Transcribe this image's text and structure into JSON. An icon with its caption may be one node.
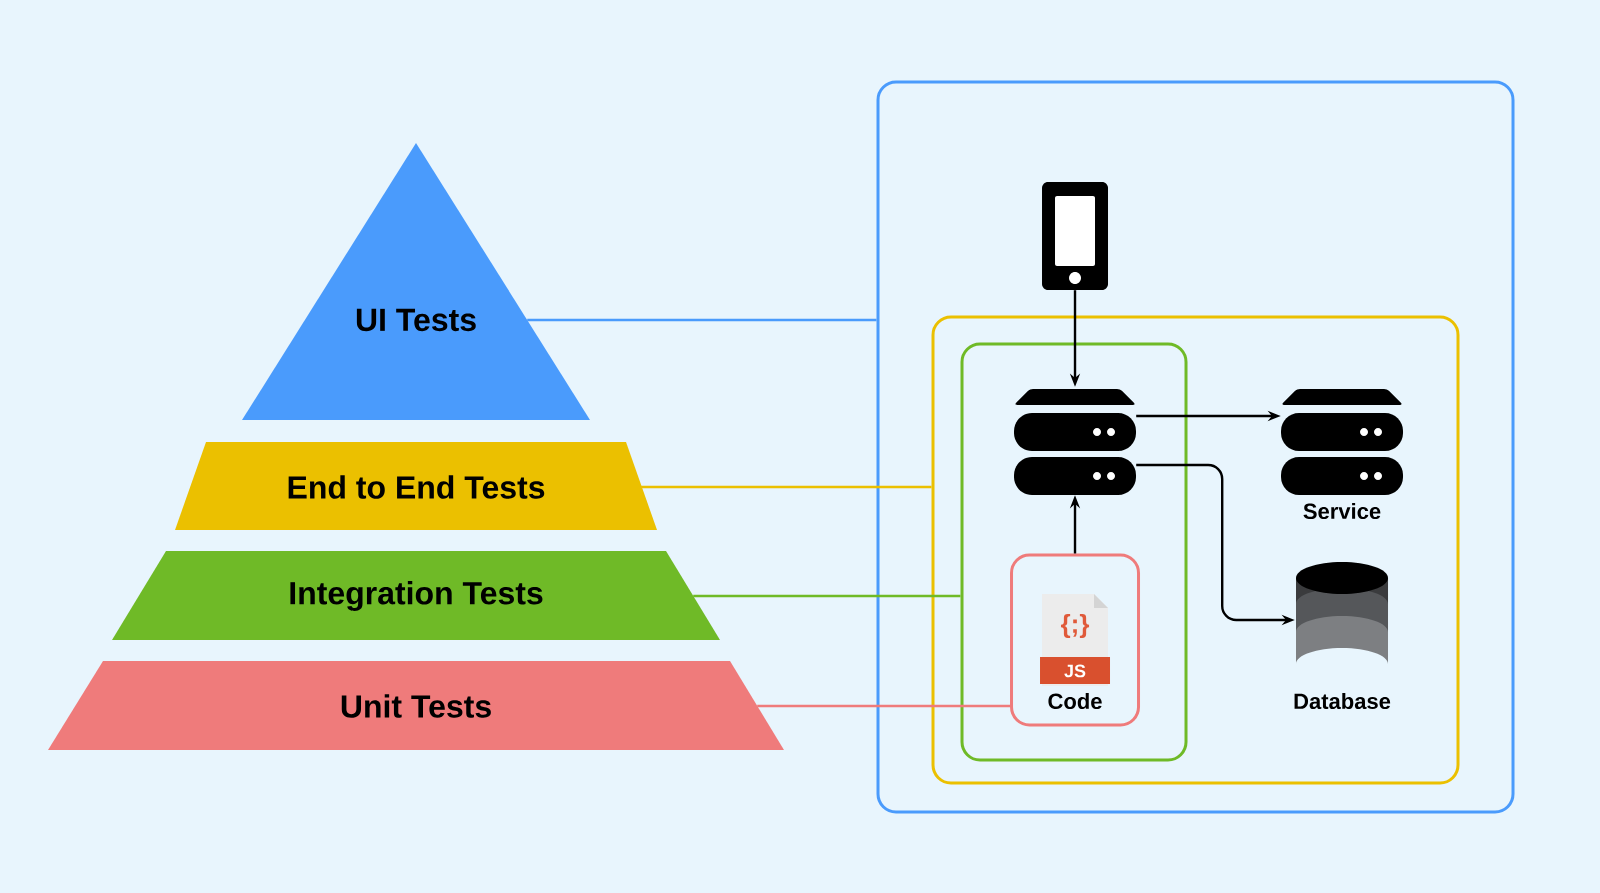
{
  "diagram": {
    "nodes": [
      {
        "text": [
          "UI Tests"
        ]
      },
      {
        "text": [
          "End to End Tests"
        ]
      },
      {
        "text": [
          "Integration Tests"
        ]
      },
      {
        "text": [
          "Unit Tests"
        ]
      },
      {
        "text": [],
        "shape": "box"
      },
      {
        "text": [],
        "shape": "picture",
        "in": 4
      },
      {
        "text": [],
        "shape": "box",
        "in": 4
      },
      {
        "text": [],
        "shape": "box",
        "in": 6
      },
      {
        "text": [],
        "shape": "picture",
        "in": 7
      },
      {
        "text": [
          "Code"
        ],
        "in": 7
      },
      {
        "text": [
          "Service"
        ],
        "in": 6
      },
      {
        "text": [
          "Database"
        ],
        "in": 6
      }
    ],
    "edges": [
      {
        "from": 0,
        "to": 4,
        "arrow": "none",
        "color": "#4a9bfc"
      },
      {
        "from": 1,
        "to": 6,
        "arrow": "none",
        "color": "#ebc000"
      },
      {
        "from": 2,
        "to": 7,
        "arrow": "none",
        "color": "#6fba27"
      },
      {
        "from": 3,
        "to": 9,
        "arrow": "none",
        "color": "#ef7b7b"
      },
      {
        "from": 5,
        "to": 8,
        "arrow": "to"
      },
      {
        "from": 9,
        "to": 8,
        "arrow": "to"
      },
      {
        "from": 8,
        "to": 10,
        "arrow": "to"
      },
      {
        "from": 8,
        "to": 11,
        "arrow": "to"
      }
    ],
    "labels": [
      "{;}",
      "JS"
    ]
  }
}
